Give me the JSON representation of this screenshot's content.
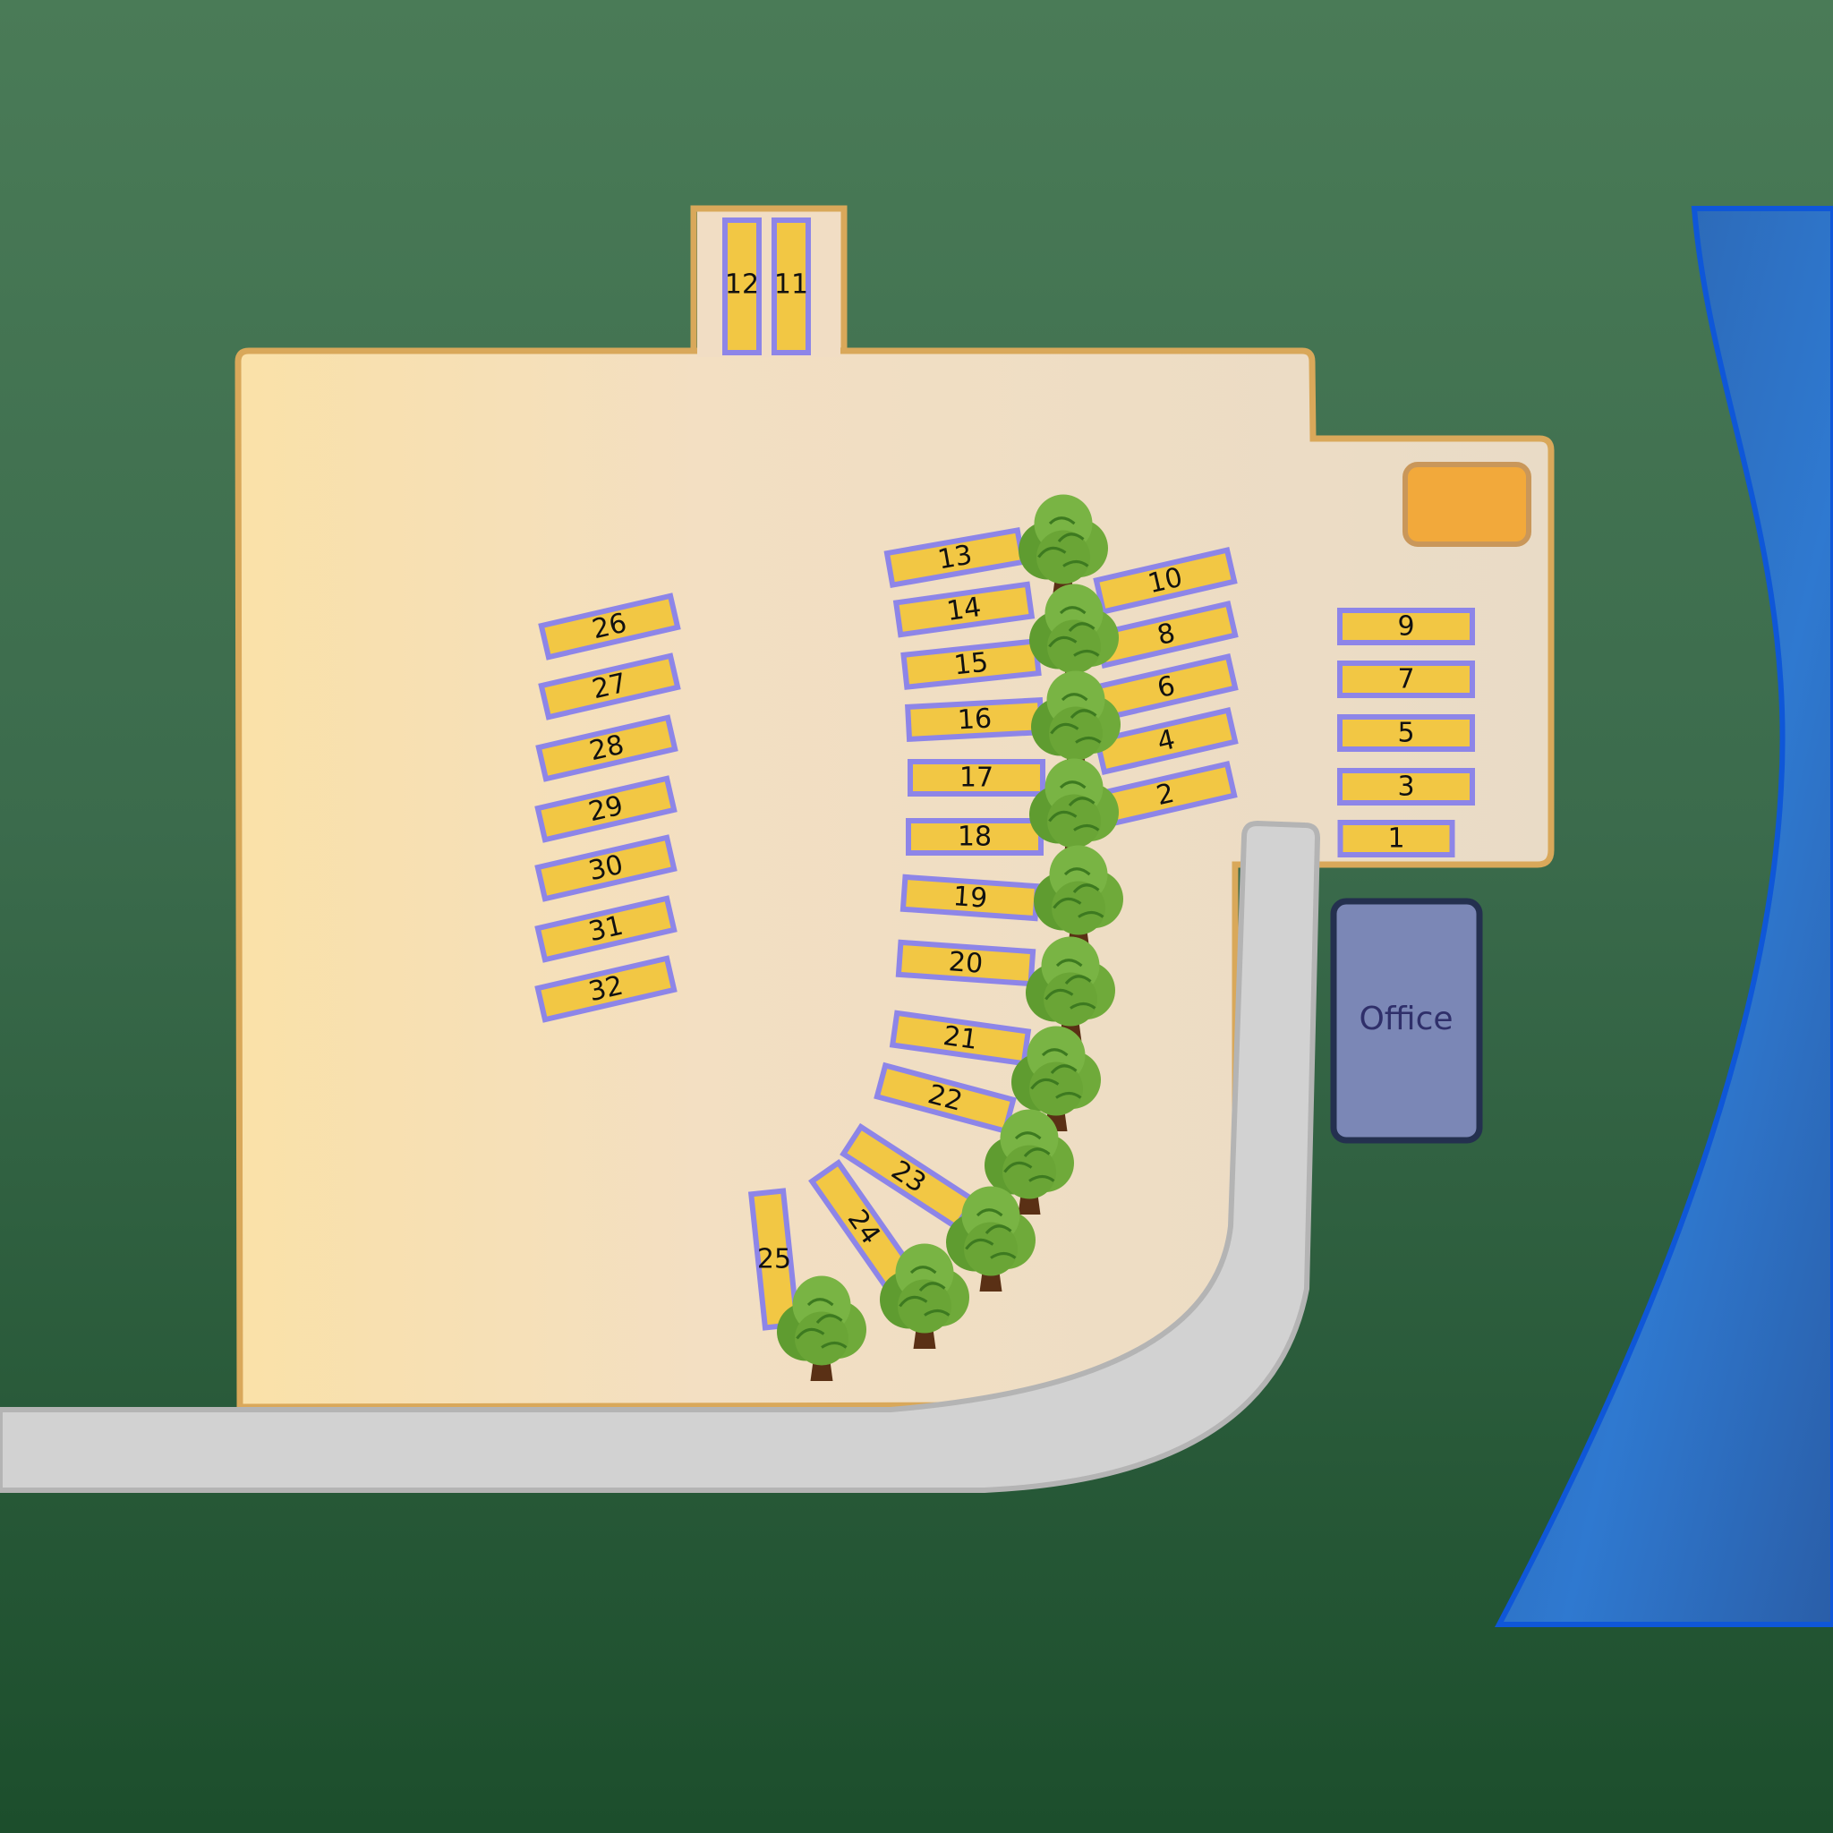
{
  "office": {
    "label": "Office"
  },
  "colors": {
    "grass_top": "#4a7b57",
    "grass_bottom": "#1c4e2c",
    "lot_left": "#fae1a8",
    "lot_right": "#e9dbc6",
    "lot_border": "#d9a85a",
    "site_fill": "#f2c744",
    "site_border": "#8d85e8",
    "road": "#d2d2d2",
    "road_edge": "#b4b4b4",
    "water": "#2d6fc4",
    "water_edge": "#0f57d8",
    "office_fill": "#7b87b6",
    "office_border": "#24304f",
    "amenity": "#f2a93b",
    "tree_leaf": "#6faa3a",
    "tree_trunk": "#5a3015"
  },
  "icons": [
    "tree-icon"
  ],
  "sites": [
    "1",
    "2",
    "3",
    "4",
    "5",
    "6",
    "7",
    "8",
    "9",
    "10",
    "11",
    "12",
    "13",
    "14",
    "15",
    "16",
    "17",
    "18",
    "19",
    "20",
    "21",
    "22",
    "23",
    "24",
    "25",
    "26",
    "27",
    "28",
    "29",
    "30",
    "31",
    "32"
  ]
}
